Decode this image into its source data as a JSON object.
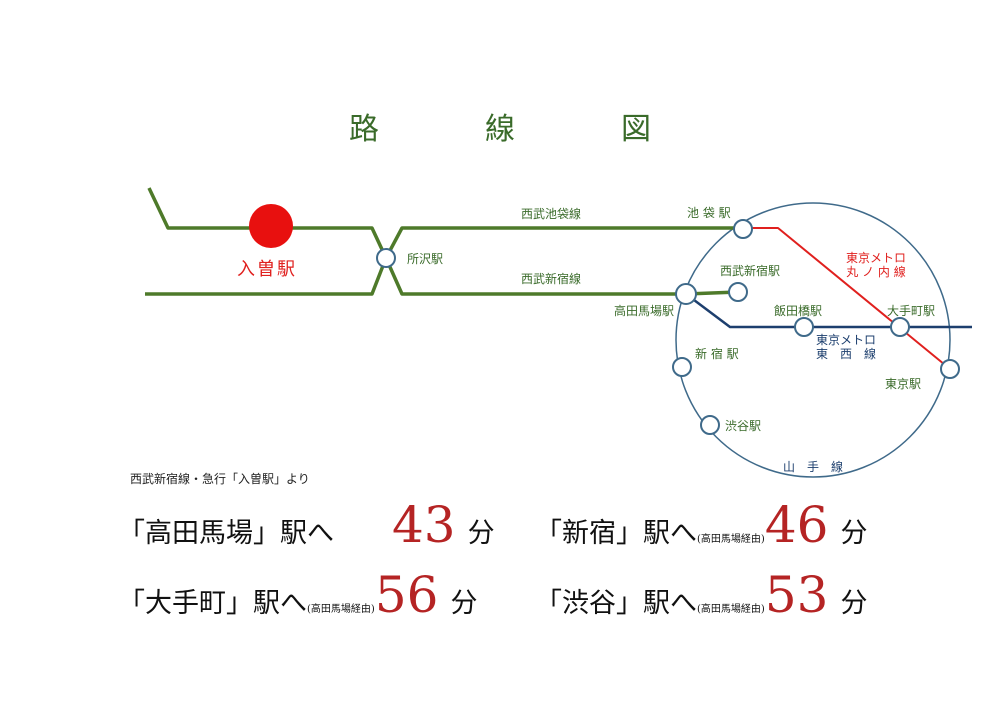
{
  "title": "路　線　図",
  "stations": {
    "iruso": "入曽駅",
    "tokorozawa": "所沢駅",
    "ikebukuro": "池 袋 駅",
    "seibu_shinjuku": "西武新宿駅",
    "takadanobaba": "高田馬場駅",
    "iidabashi": "飯田橋駅",
    "otemachi": "大手町駅",
    "shinjuku": "新 宿 駅",
    "tokyo": "東京駅",
    "shibuya": "渋谷駅"
  },
  "lines": {
    "ikebukuro_line": "西武池袋線",
    "shinjuku_line": "西武新宿線",
    "marunouchi_1": "東京メトロ",
    "marunouchi_2": "丸 ノ 内 線",
    "tozai_1": "東京メトロ",
    "tozai_2": "東　西　線",
    "yamanote": "山　手　線"
  },
  "note": "西武新宿線・急行「入曽駅」より",
  "travel_times": [
    {
      "dest": "「高田馬場」駅へ",
      "via": "",
      "minutes": "43",
      "unit": "分"
    },
    {
      "dest": "「新宿」駅へ",
      "via": "(高田馬場経由)",
      "minutes": "46",
      "unit": "分"
    },
    {
      "dest": "「大手町」駅へ",
      "via": "(高田馬場経由)",
      "minutes": "56",
      "unit": "分"
    },
    {
      "dest": "「渋谷」駅へ",
      "via": "(高田馬場経由)",
      "minutes": "53",
      "unit": "分"
    }
  ],
  "colors": {
    "seibu_green": "#4e7a2a",
    "marunouchi_red": "#e0201e",
    "tozai_navy": "#1d3f6e",
    "yamanote_blue": "#3f6a8a",
    "iruso_marker": "#e8100f",
    "minutes_red": "#b52424"
  }
}
